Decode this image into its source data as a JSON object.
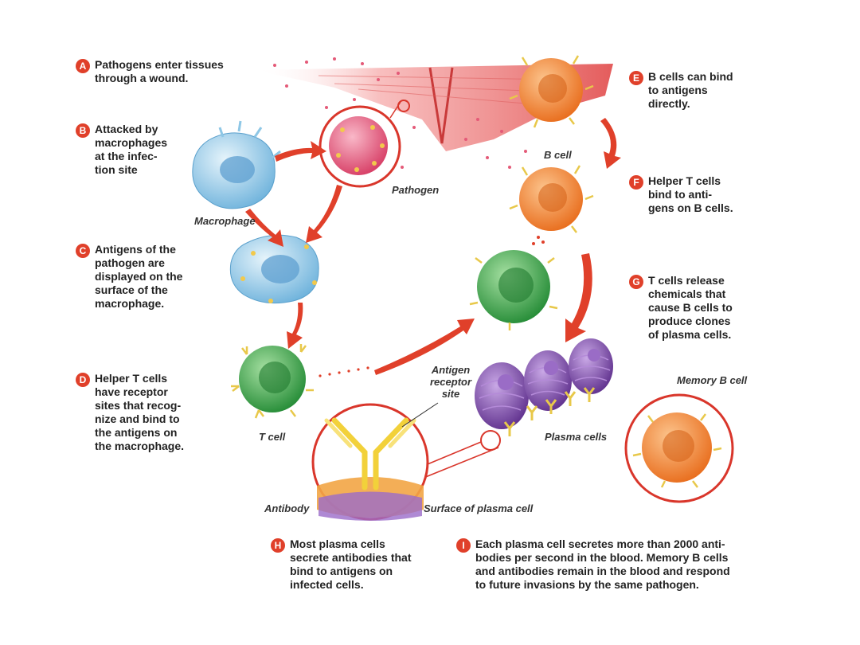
{
  "colors": {
    "arrow": "#e0402a",
    "badge": "#e0402a",
    "macrophage": "#8ec7e6",
    "pathogen": "#e45a78",
    "b_cell": "#f08a2e",
    "t_cell": "#3aa84a",
    "plasma_cell": "#7e4fa8",
    "antibody": "#f2d13a"
  },
  "steps": [
    {
      "letter": "A",
      "text": "Pathogens enter tissues\nthrough a wound."
    },
    {
      "letter": "B",
      "text": "Attacked by\nmacrophages\nat the infec-\ntion site"
    },
    {
      "letter": "C",
      "text": "Antigens of the\npathogen are\ndisplayed on the\nsurface of the\nmacrophage."
    },
    {
      "letter": "D",
      "text": "Helper T cells\nhave receptor\nsites that recog-\nnize and bind to\nthe antigens on\nthe macrophage."
    },
    {
      "letter": "E",
      "text": "B cells can bind\nto antigens\ndirectly."
    },
    {
      "letter": "F",
      "text": "Helper T cells\nbind to anti-\ngens on B cells."
    },
    {
      "letter": "G",
      "text": "T cells release\nchemicals that\ncause B cells to\nproduce clones\nof plasma cells."
    },
    {
      "letter": "H",
      "text": "Most plasma cells\nsecrete antibodies that\nbind to antigens on\ninfected cells."
    },
    {
      "letter": "I",
      "text": "Each plasma cell secretes more than 2000 anti-\nbodies per second in the blood. Memory B cells\nand antibodies remain in the blood and respond\nto future invasions by the same pathogen."
    }
  ],
  "labels": {
    "macrophage": "Macrophage",
    "pathogen": "Pathogen",
    "b_cell": "B cell",
    "t_cell": "T cell",
    "antigen_receptor_site": "Antigen\nreceptor\nsite",
    "plasma_cells": "Plasma cells",
    "memory_b_cell": "Memory B cell",
    "antibody": "Antibody",
    "surface_of_plasma_cell": "Surface of plasma cell"
  }
}
